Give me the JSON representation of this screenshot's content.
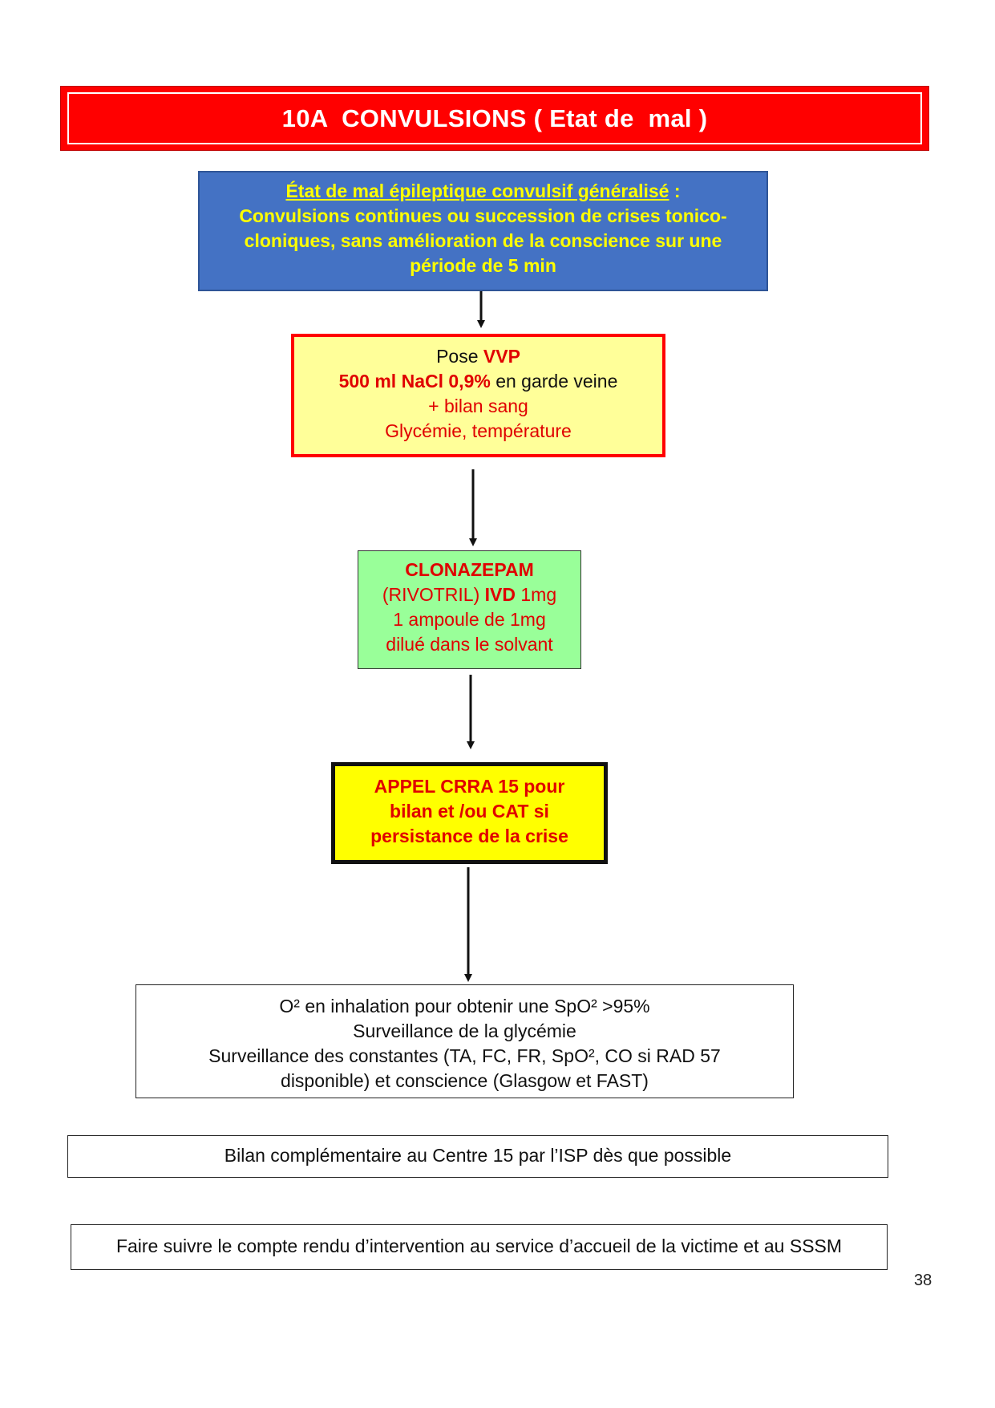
{
  "title": "10A  CONVULSIONS ( Etat de  mal )",
  "box1": {
    "heading": "État de mal épileptique convulsif généralisé",
    "heading_suffix": " :",
    "lines": [
      "Convulsions continues ou succession de crises tonico-",
      "cloniques, sans amélioration de la conscience sur une",
      "période de 5 min"
    ]
  },
  "box2": {
    "line1_prefix": "Pose ",
    "line1_highlight": "VVP",
    "line2_highlight": "500 ml NaCl 0,9%",
    "line2_suffix": " en garde veine",
    "line3": "+ bilan sang",
    "line4": "Glycémie, température"
  },
  "box3": {
    "line1": "CLONAZEPAM",
    "line2_a": "(RIVOTRIL) ",
    "line2_b": "IVD",
    "line2_c": " 1mg",
    "line3": "1 ampoule de 1mg",
    "line4": "dilué dans le solvant"
  },
  "box4": {
    "lines": [
      "APPEL CRRA 15 pour",
      "bilan et /ou CAT si",
      "persistance de la crise"
    ]
  },
  "box5": {
    "lines": [
      "O² en inhalation pour obtenir une SpO² >95%",
      "Surveillance de la glycémie",
      "Surveillance des constantes (TA, FC, FR, SpO², CO si RAD 57",
      "disponible) et conscience (Glasgow et FAST)"
    ]
  },
  "box6": {
    "text": "Bilan complémentaire au Centre 15 par l’ISP dès que possible"
  },
  "box7": {
    "text": "Faire suivre le compte rendu d’intervention au service d’accueil de la victime et au SSSM"
  },
  "page_number": "38",
  "colors": {
    "title_bg": "#ff0000",
    "box1_bg": "#4472c4",
    "box1_text": "#ffff00",
    "box2_bg": "#ffff99",
    "box3_bg": "#99ff99",
    "box4_bg": "#ffff00",
    "accent_red": "#e00000"
  }
}
